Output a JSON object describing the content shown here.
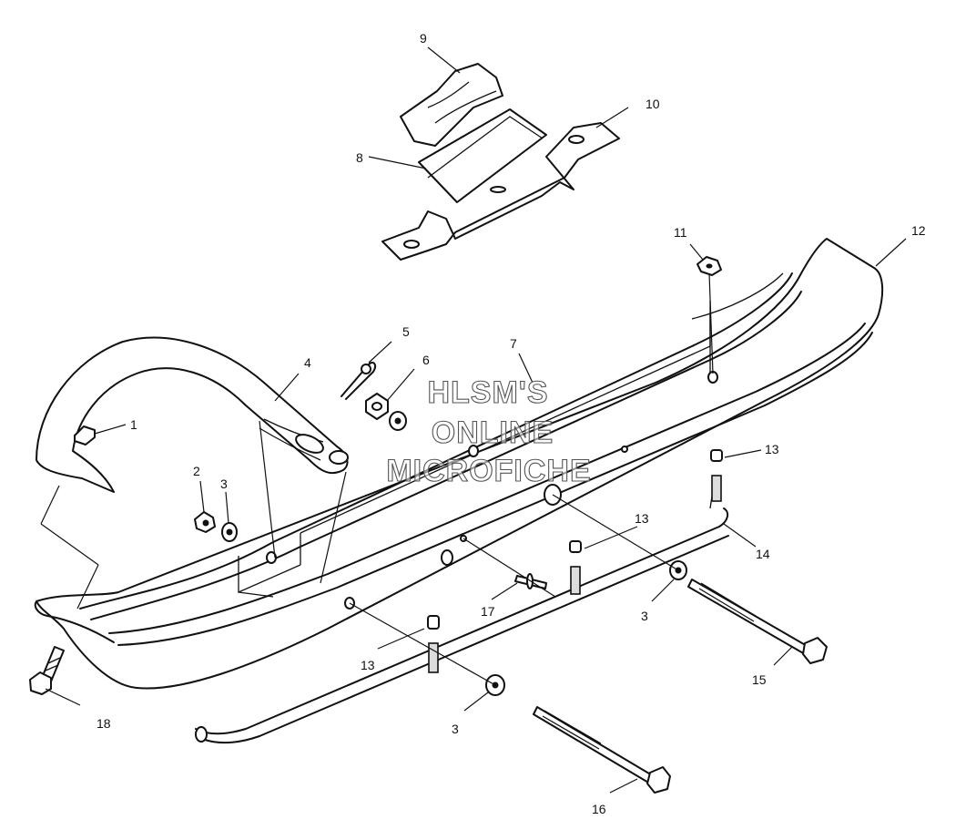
{
  "diagram": {
    "callouts": [
      {
        "id": "c1",
        "label": "1"
      },
      {
        "id": "c2",
        "label": "2"
      },
      {
        "id": "c3a",
        "label": "3"
      },
      {
        "id": "c3b",
        "label": "3"
      },
      {
        "id": "c3c",
        "label": "3"
      },
      {
        "id": "c4",
        "label": "4"
      },
      {
        "id": "c5",
        "label": "5"
      },
      {
        "id": "c6",
        "label": "6"
      },
      {
        "id": "c7",
        "label": "7"
      },
      {
        "id": "c8",
        "label": "8"
      },
      {
        "id": "c9",
        "label": "9"
      },
      {
        "id": "c10",
        "label": "10"
      },
      {
        "id": "c11",
        "label": "11"
      },
      {
        "id": "c12",
        "label": "12"
      },
      {
        "id": "c13a",
        "label": "13"
      },
      {
        "id": "c13b",
        "label": "13"
      },
      {
        "id": "c13c",
        "label": "13"
      },
      {
        "id": "c14",
        "label": "14"
      },
      {
        "id": "c15",
        "label": "15"
      },
      {
        "id": "c16",
        "label": "16"
      },
      {
        "id": "c17",
        "label": "17"
      },
      {
        "id": "c18",
        "label": "18"
      }
    ]
  },
  "watermark": {
    "line1": "HLSM'S",
    "line2": "ONLINE",
    "line3": "MICROFICHE"
  }
}
